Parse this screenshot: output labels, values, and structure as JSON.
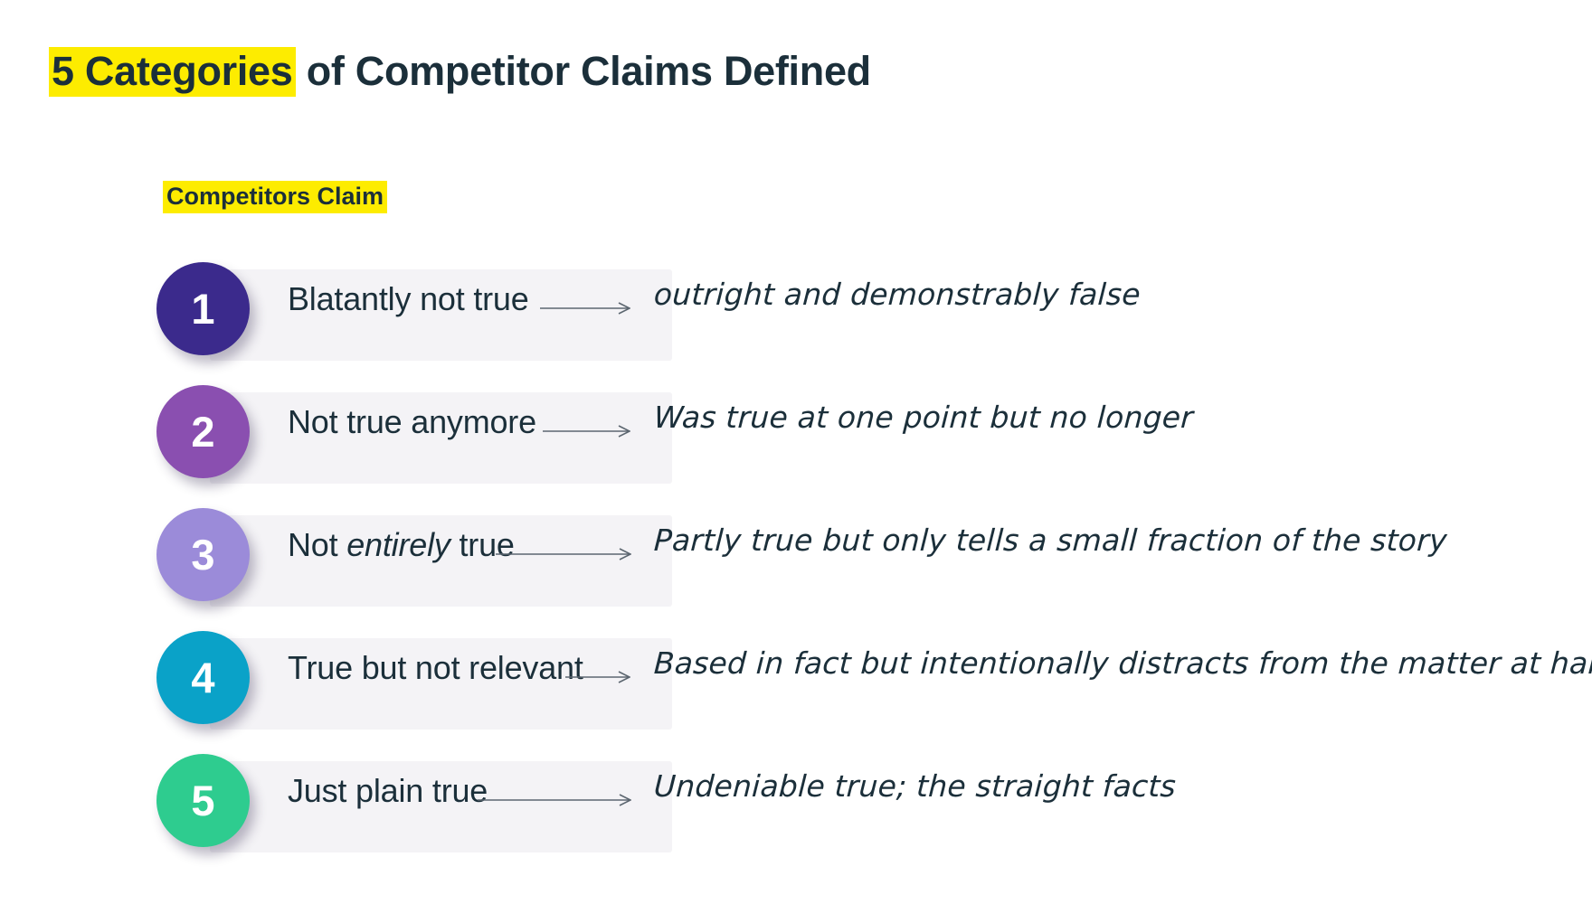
{
  "title": {
    "highlight": "5 Categories",
    "rest": " of Competitor Claims Defined"
  },
  "column_header": {
    "label": "Competitors Claim"
  },
  "colors": {
    "highlight_yellow": "#fdec00",
    "text_dark": "#1b2f3a",
    "bar_background": "#f4f3f6",
    "arrow": "#5c6670"
  },
  "rows": [
    {
      "number": "1",
      "label_pre": "Blatantly not true",
      "label_em": "",
      "label_post": "",
      "description": "outright and demonstrably false",
      "circle_color": "#3b2a8c",
      "arrow_icon": "arrow-right-icon"
    },
    {
      "number": "2",
      "label_pre": "Not true anymore",
      "label_em": "",
      "label_post": "",
      "description": "Was true at one point but no longer",
      "circle_color": "#8a4fb0",
      "arrow_icon": "arrow-right-icon"
    },
    {
      "number": "3",
      "label_pre": "Not ",
      "label_em": "entirely",
      "label_post": " true",
      "description": "Partly true but only tells a small fraction of the story",
      "circle_color": "#9b8bd9",
      "arrow_icon": "arrow-right-icon"
    },
    {
      "number": "4",
      "label_pre": "True but not relevant",
      "label_em": "",
      "label_post": "",
      "description": "Based in fact but intentionally distracts from the matter at hand",
      "circle_color": "#0aa2c8",
      "arrow_icon": "arrow-right-icon"
    },
    {
      "number": "5",
      "label_pre": "Just plain true",
      "label_em": "",
      "label_post": "",
      "description": "Undeniable true; the straight facts",
      "circle_color": "#2ecc8f",
      "arrow_icon": "arrow-right-icon"
    }
  ]
}
